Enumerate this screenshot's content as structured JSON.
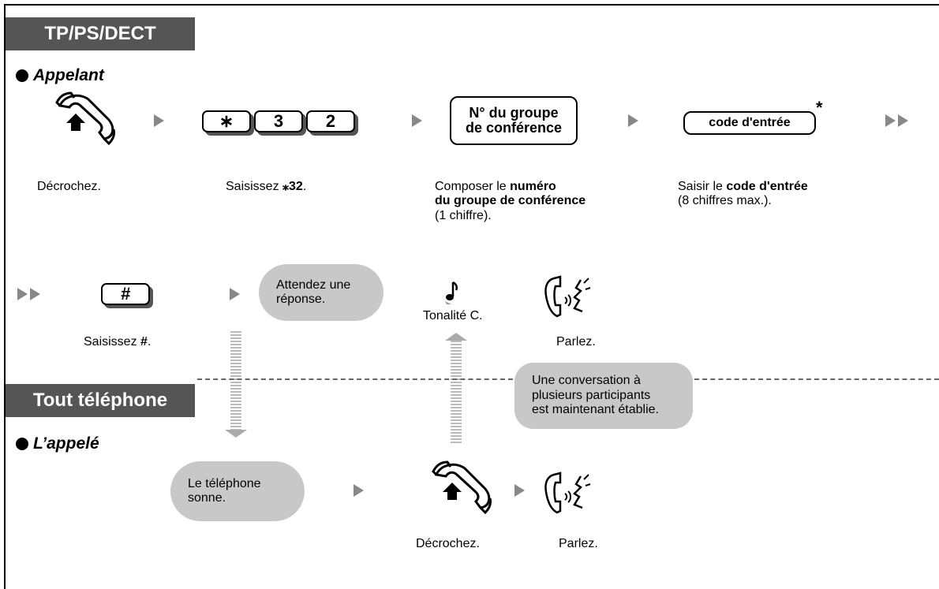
{
  "header_top": "TP/PS/DECT",
  "header_bottom": "Tout téléphone",
  "caller_label": "Appelant",
  "callee_label": "L’appelé",
  "keys": {
    "star": "∗",
    "three": "3",
    "two": "2",
    "hash": "#"
  },
  "conference_key": {
    "line1": "N° du groupe",
    "line2": "de conférence"
  },
  "entry_code_key": "code d'entrée",
  "asterisk": "*",
  "step_offhook": "Décrochez.",
  "step_dial_prefix": "Saisissez ",
  "step_dial_code": "⁎32",
  "step_dial_suffix": ".",
  "step_group_1": "Composer le ",
  "step_group_bold1": "numéro",
  "step_group_bold2": "du groupe de conférence",
  "step_group_3": "(1 chiffre).",
  "step_entry_1": "Saisir le ",
  "step_entry_bold": "code d'entrée",
  "step_entry_2": "(8 chiffres max.).",
  "step_hash_prefix": "Saisissez ",
  "step_hash_bold": "#",
  "step_hash_suffix": ".",
  "bubble_wait_1": "Attendez une",
  "bubble_wait_2": "réponse.",
  "tone": "Tonalité C.",
  "talk": "Parlez.",
  "bubble_conv_1": "Une conversation à",
  "bubble_conv_2": "plusieurs participants",
  "bubble_conv_3": "est maintenant établie.",
  "bubble_ring_1": "Le téléphone",
  "bubble_ring_2": "sonne.",
  "callee_offhook": "Décrochez.",
  "callee_talk": "Parlez."
}
